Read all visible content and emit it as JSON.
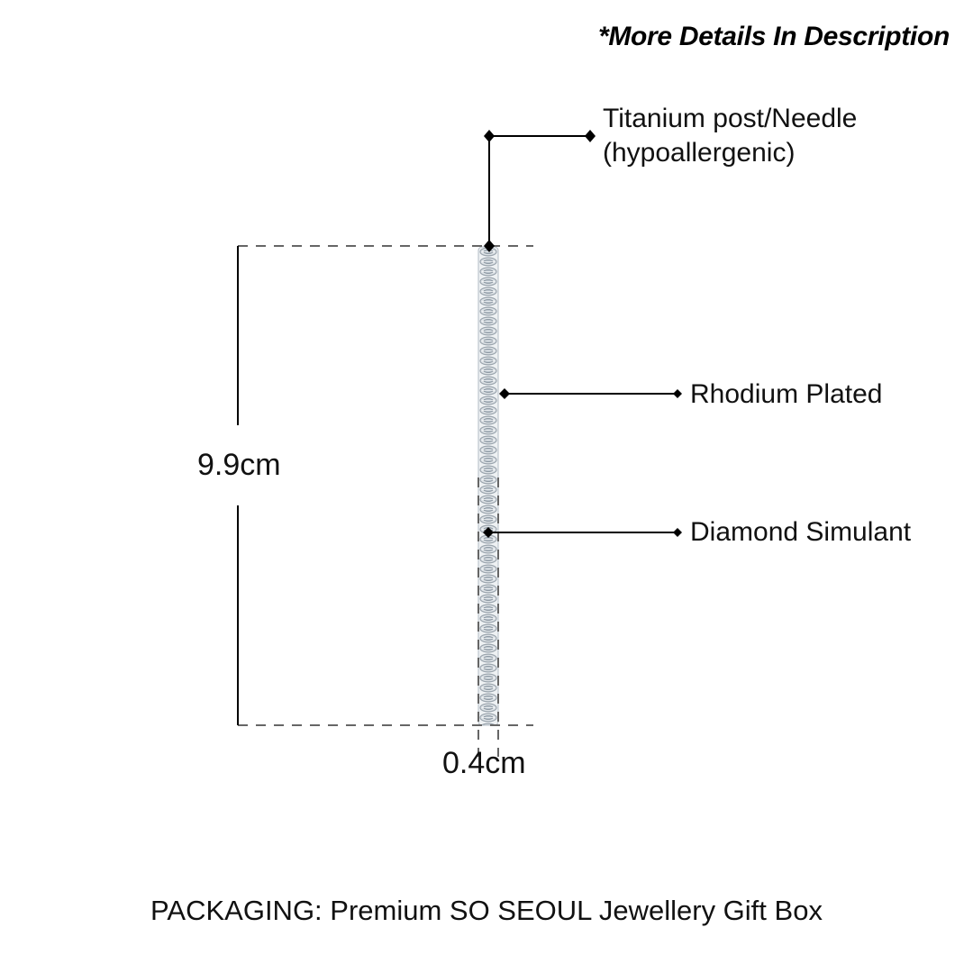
{
  "header": {
    "note": "*More Details In Description"
  },
  "diagram": {
    "callouts": [
      {
        "id": "post",
        "label_line1": "Titanium post/Needle",
        "label_line2": "(hypoallergenic)"
      },
      {
        "id": "plating",
        "label": "Rhodium Plated"
      },
      {
        "id": "stone",
        "label": "Diamond Simulant"
      }
    ],
    "dimensions": {
      "height": "9.9cm",
      "width": "0.4cm"
    },
    "colors": {
      "line": "#000000",
      "dash": "#666666",
      "chain": "#c9ced3",
      "chain_shadow": "#8f99a3"
    }
  },
  "footer": {
    "packaging": "PACKAGING: Premium SO SEOUL Jewellery Gift Box"
  }
}
